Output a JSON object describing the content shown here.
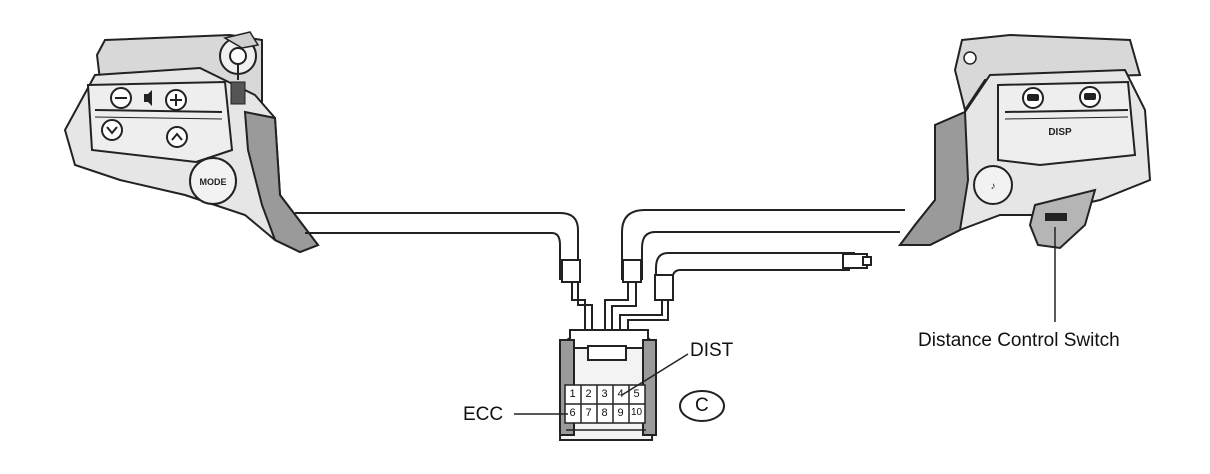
{
  "labels": {
    "distance_control_switch": "Distance Control Switch",
    "dist": "DIST",
    "ecc": "ECC",
    "connector_id": "C",
    "mode_button": "MODE",
    "disp_button": "DISP"
  },
  "connector_pins": {
    "top_row": [
      "1",
      "2",
      "3",
      "4",
      "5"
    ],
    "bottom_row": [
      "6",
      "7",
      "8",
      "9",
      "10"
    ]
  },
  "colors": {
    "switch_fill": "#e6e6e6",
    "switch_shadow": "#9a9a9a",
    "outline": "#222222",
    "background": "#ffffff"
  }
}
